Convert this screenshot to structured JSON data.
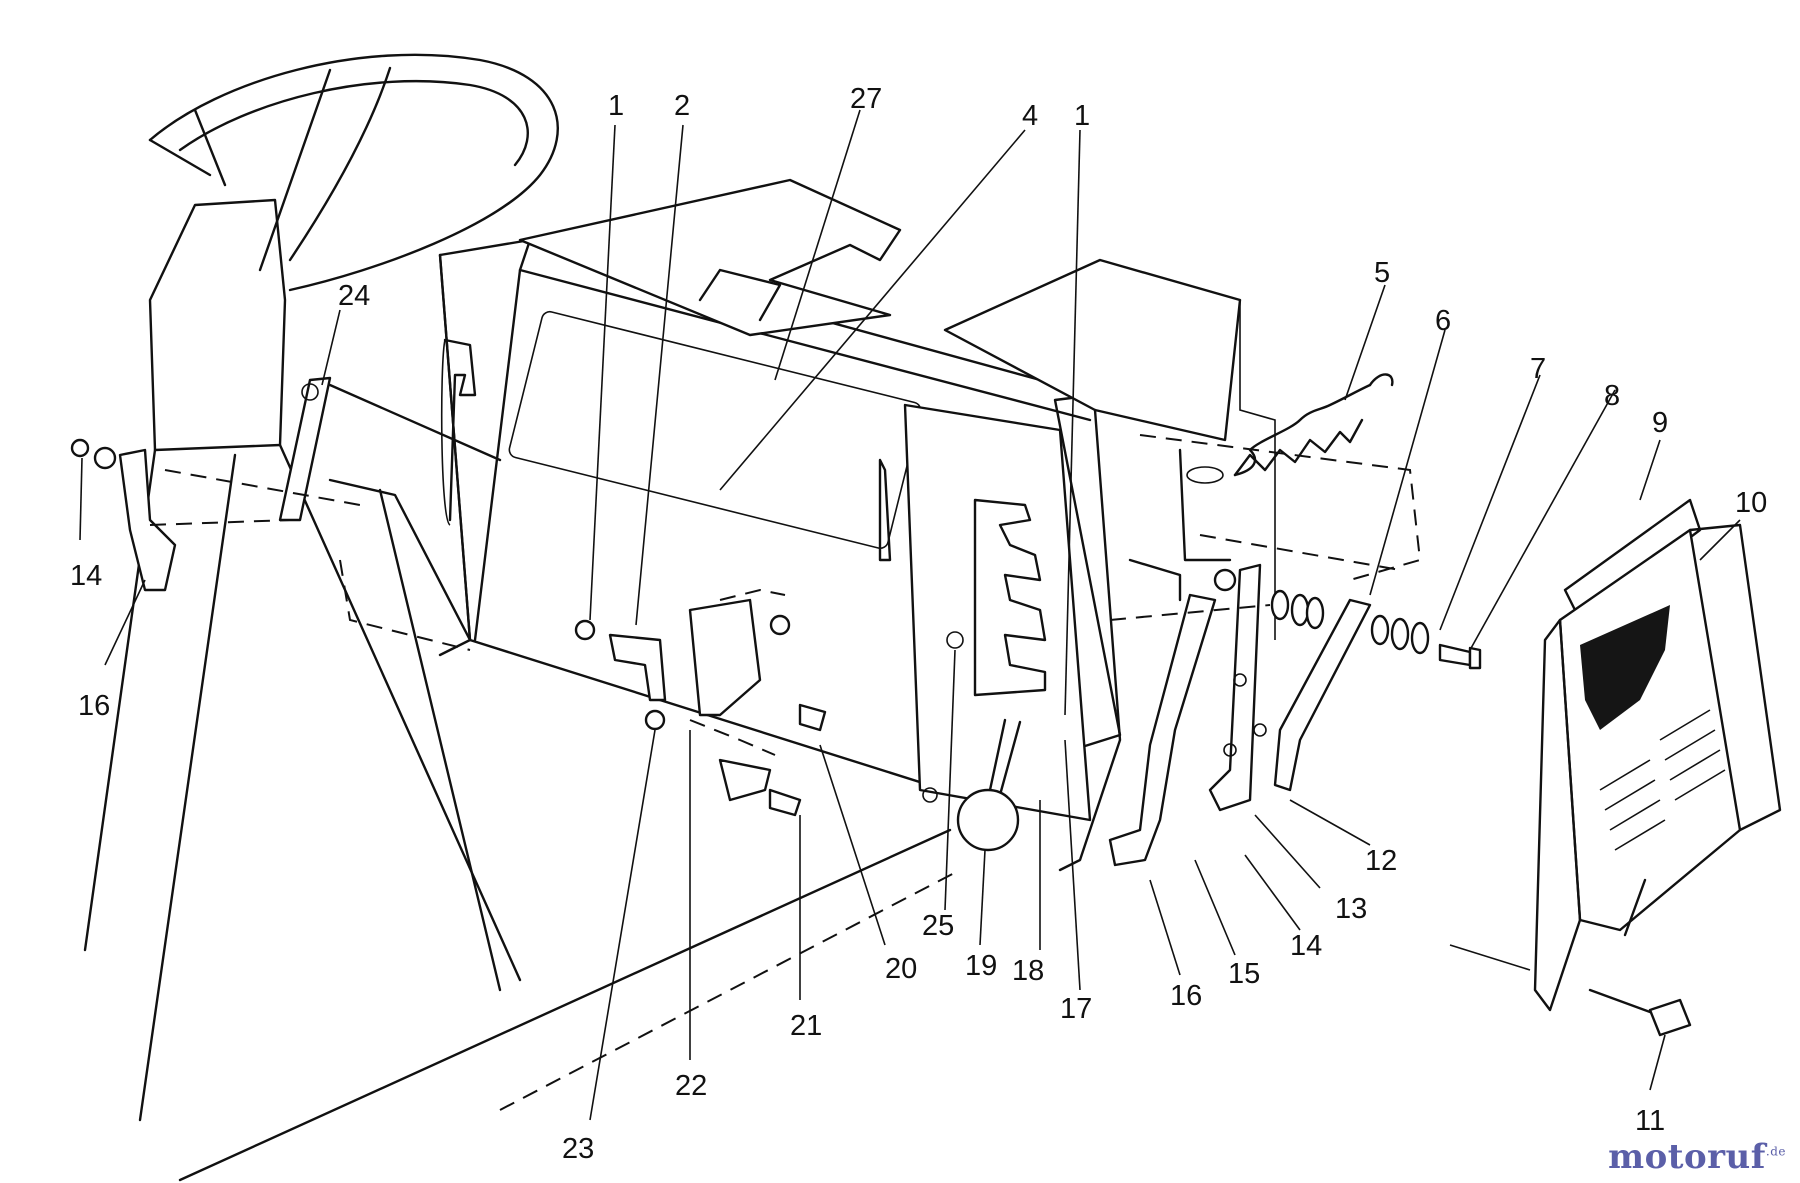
{
  "callouts": {
    "c1a": "1",
    "c2": "2",
    "c27": "27",
    "c4": "4",
    "c1b": "1",
    "c24": "24",
    "c5": "5",
    "c6": "6",
    "c7": "7",
    "c8": "8",
    "c9": "9",
    "c10": "10",
    "c14a": "14",
    "c16a": "16",
    "c12": "12",
    "c13": "13",
    "c14b": "14",
    "c15": "15",
    "c16b": "16",
    "c17": "17",
    "c18": "18",
    "c19": "19",
    "c20": "20",
    "c21": "21",
    "c22": "22",
    "c23": "23",
    "c25": "25",
    "c11": "11"
  },
  "watermark": {
    "brand": "motoruf",
    "tld": ".de"
  }
}
